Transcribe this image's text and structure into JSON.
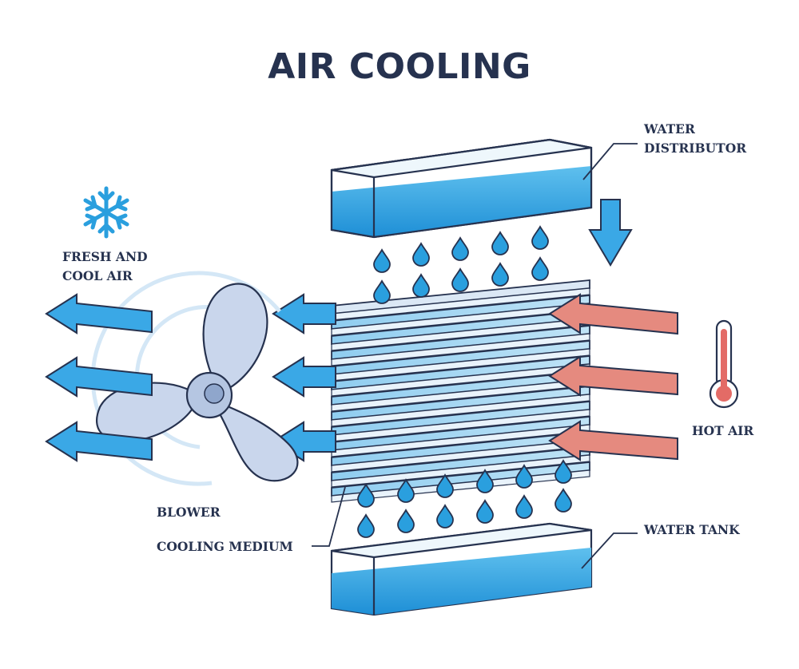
{
  "title": "AIR COOLING",
  "labels": {
    "water_distributor": [
      "WATER",
      "DISTRIBUTOR"
    ],
    "fresh_cool_air": [
      "FRESH AND",
      "COOL AIR"
    ],
    "hot_air": "HOT AIR",
    "blower": "BLOWER",
    "cooling_medium": "COOLING MEDIUM",
    "water_tank": "WATER TANK"
  },
  "icons": {
    "snowflake": "snowflake-icon",
    "thermometer": "thermometer-icon",
    "fan": "fan-blower-icon",
    "down_arrow": "down-arrow-icon"
  },
  "colors": {
    "outline": "#26324f",
    "water": "#2a9fde",
    "water_light": "#d8eef9",
    "cool_arrow": "#3aa8e6",
    "hot_arrow": "#e58a7f",
    "fan": "#c9d6ec",
    "fin": "#a9d8f2",
    "thermo_red": "#e36b66"
  }
}
